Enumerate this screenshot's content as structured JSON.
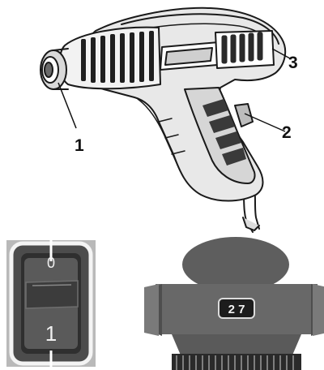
{
  "callouts": [
    {
      "id": "1",
      "label": "1"
    },
    {
      "id": "2",
      "label": "2"
    },
    {
      "id": "3",
      "label": "3"
    }
  ],
  "switch_panel": {
    "position_top": "0",
    "position_bottom": "1"
  },
  "dial_panel": {
    "display_digits": "2 7"
  }
}
